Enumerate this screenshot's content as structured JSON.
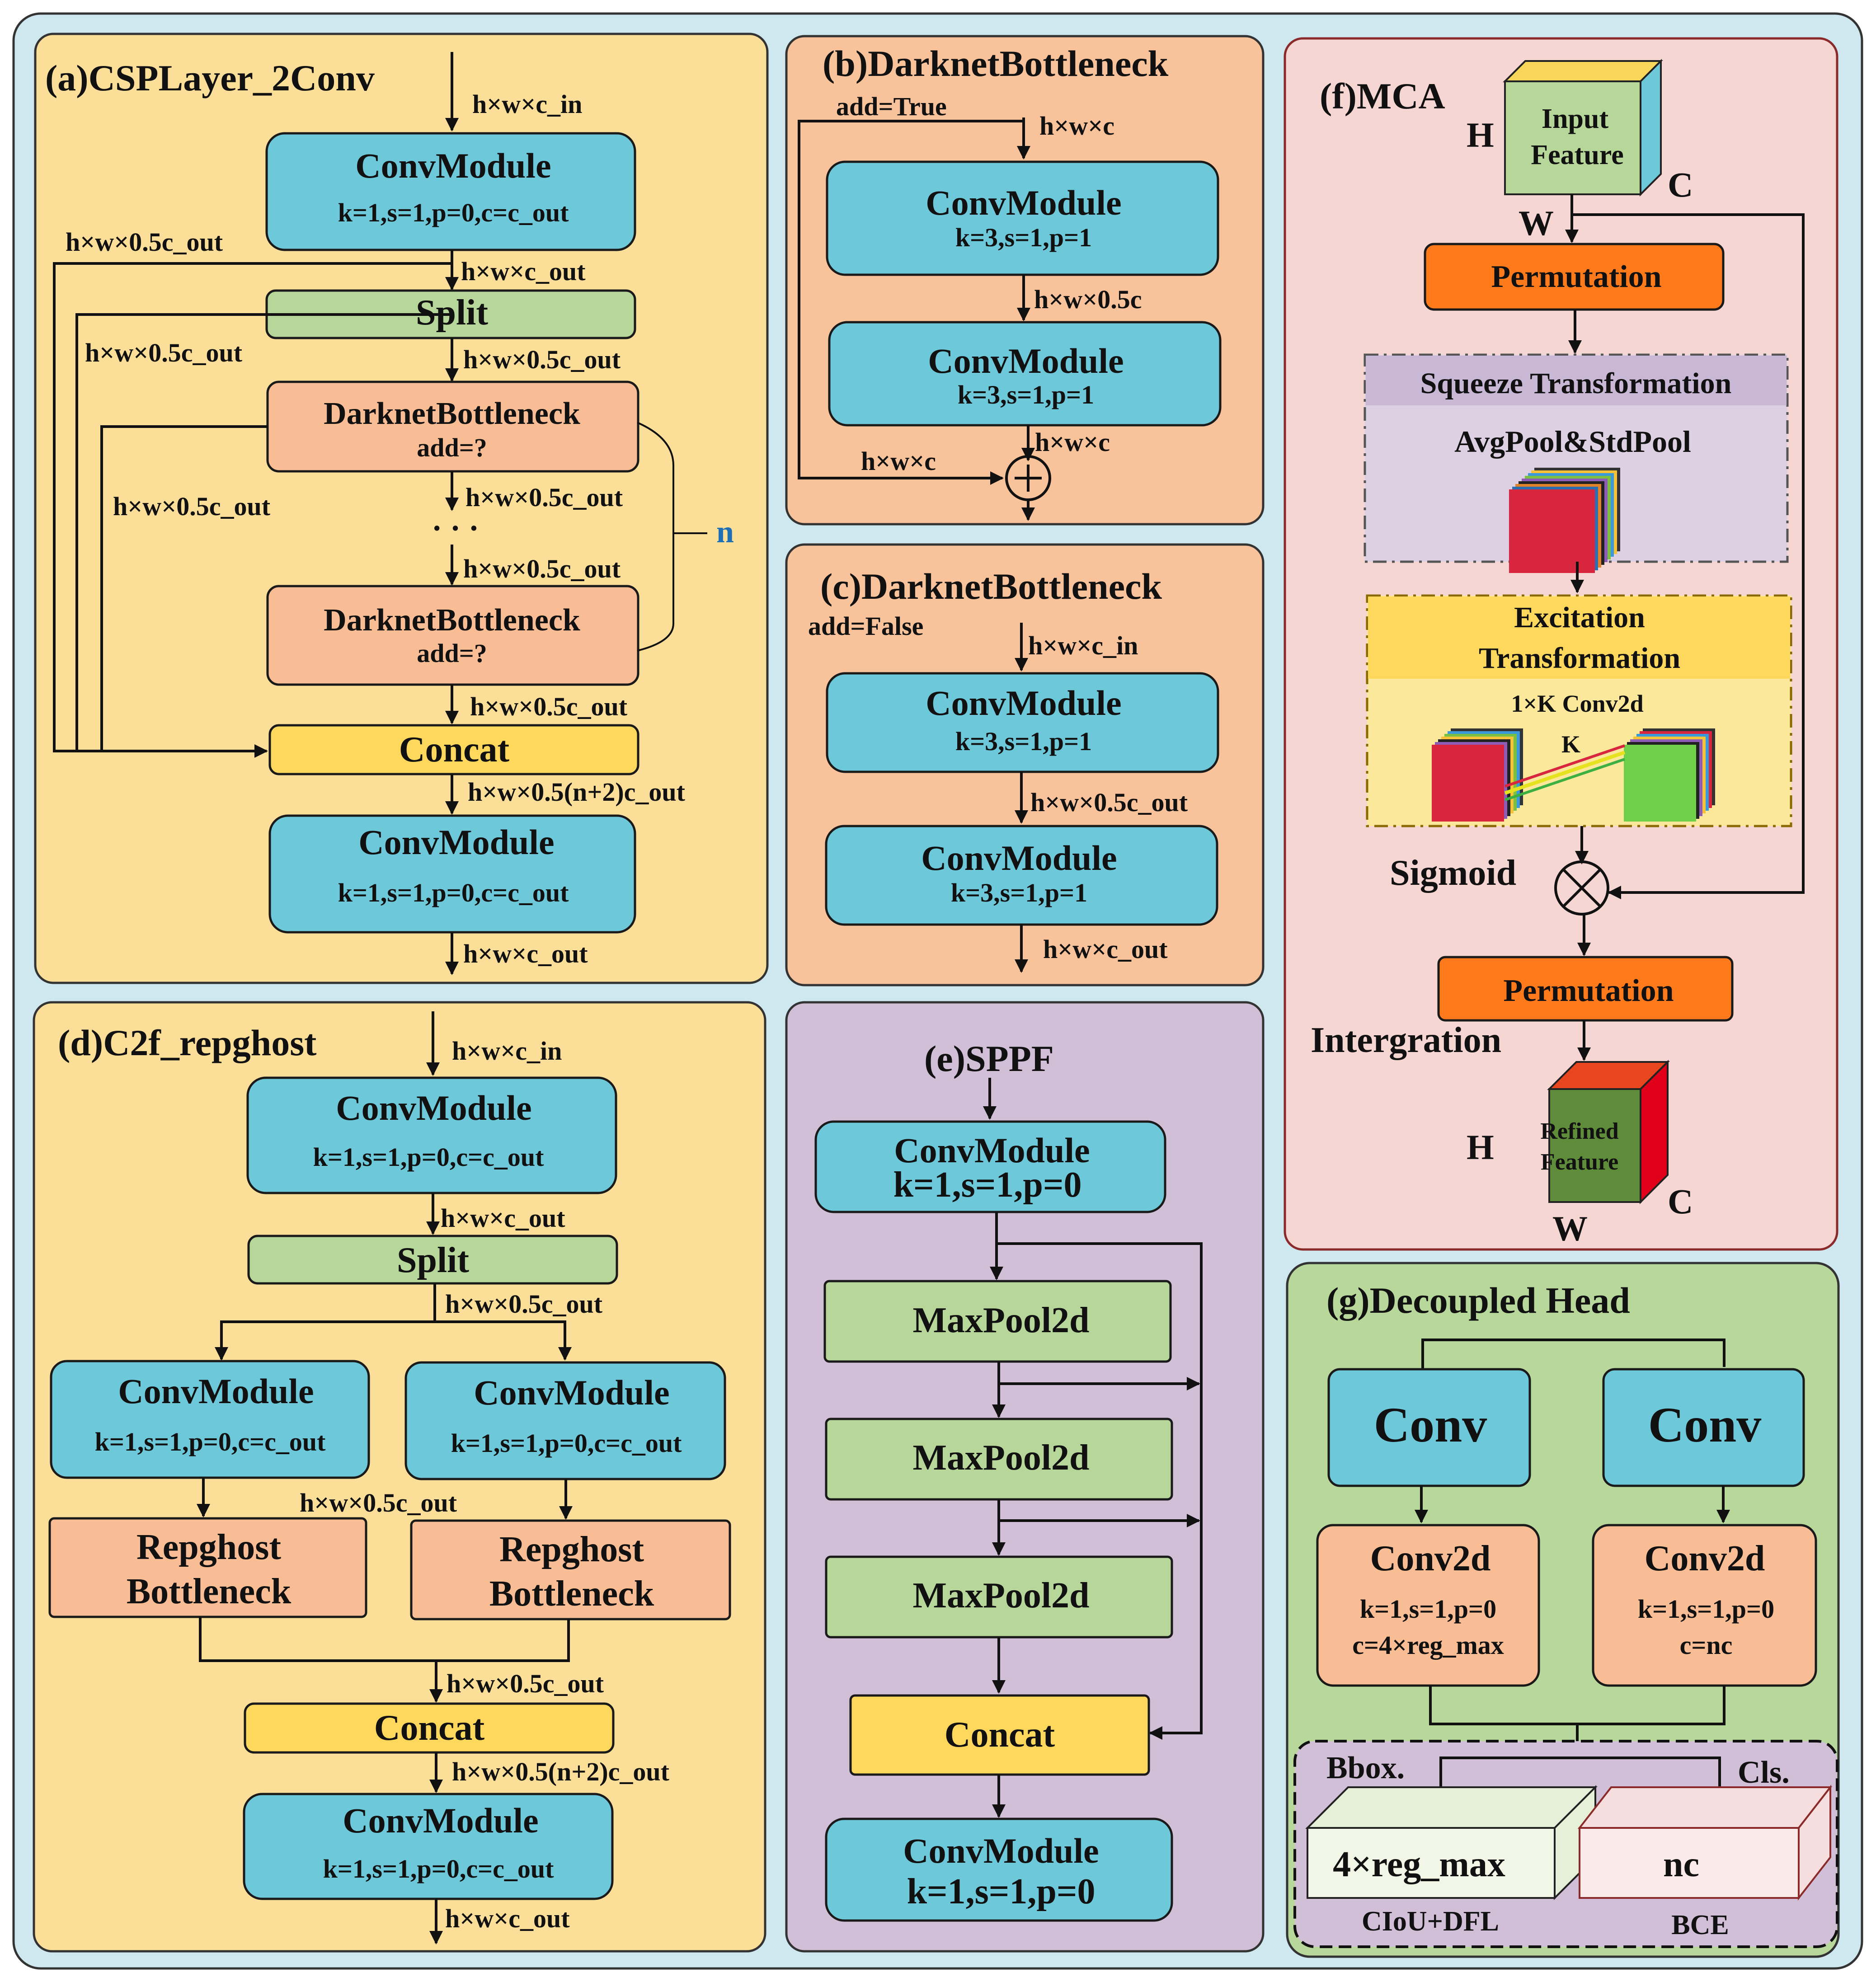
{
  "colors": {
    "outer_bg": "#cfe8f0",
    "panel_yellow": "#fbdf98",
    "panel_orange": "#f8c29b",
    "panel_purple": "#d1bfd8",
    "panel_pink": "#f5d6d3",
    "panel_green": "#b8d79b",
    "conv_blue": "#6dc8da",
    "split_green": "#b6d69a",
    "bottleneck_orange": "#f9bd95",
    "concat_yellow": "#fdd85d",
    "permutation_orange": "#ff7a1a"
  },
  "panel_a": {
    "title": "(a)CSPLayer_2Conv",
    "conv1": {
      "title": "ConvModule",
      "params": "k=1,s=1,p=0,c=c_out"
    },
    "split": "Split",
    "bottleneck": {
      "title": "DarknetBottleneck",
      "params": "add=?"
    },
    "dots": "· · ·",
    "repeat_n": "n",
    "concat": "Concat",
    "conv2": {
      "title": "ConvModule",
      "params": "k=1,s=1,p=0,c=c_out"
    },
    "labels": {
      "in": "h×w×c_in",
      "after_conv": "h×w×c_out",
      "side1": "h×w×0.5c_out",
      "side2": "h×w×0.5c_out",
      "side3": "h×w×0.5c_out",
      "after_split": "h×w×0.5c_out",
      "after_b1": "h×w×0.5c_out",
      "before_b2": "h×w×0.5c_out",
      "after_b2": "h×w×0.5c_out",
      "after_concat": "h×w×0.5(n+2)c_out",
      "out": "h×w×c_out"
    }
  },
  "panel_b": {
    "title": "(b)DarknetBottleneck",
    "add": "add=True",
    "conv1": {
      "title": "ConvModule",
      "params": "k=3,s=1,p=1"
    },
    "conv2": {
      "title": "ConvModule",
      "params": "k=3,s=1,p=1"
    },
    "labels": {
      "in": "h×w×c",
      "mid": "h×w×0.5c",
      "out": "h×w×c",
      "skip": "h×w×c"
    }
  },
  "panel_c": {
    "title": "(c)DarknetBottleneck",
    "add": "add=False",
    "conv1": {
      "title": "ConvModule",
      "params": "k=3,s=1,p=1"
    },
    "conv2": {
      "title": "ConvModule",
      "params": "k=3,s=1,p=1"
    },
    "labels": {
      "in": "h×w×c_in",
      "mid": "h×w×0.5c_out",
      "out": "h×w×c_out"
    }
  },
  "panel_d": {
    "title": "(d)C2f_repghost",
    "conv1": {
      "title": "ConvModule",
      "params": "k=1,s=1,p=0,c=c_out"
    },
    "split": "Split",
    "conv_left": {
      "title": "ConvModule",
      "params": "k=1,s=1,p=0,c=c_out"
    },
    "conv_right": {
      "title": "ConvModule",
      "params": "k=1,s=1,p=0,c=c_out"
    },
    "rep_left": {
      "line1": "Repghost",
      "line2": "Bottleneck"
    },
    "rep_right": {
      "line1": "Repghost",
      "line2": "Bottleneck"
    },
    "concat": "Concat",
    "conv2": {
      "title": "ConvModule",
      "params": "k=1,s=1,p=0,c=c_out"
    },
    "labels": {
      "in": "h×w×c_in",
      "after_conv": "h×w×c_out",
      "after_split": "h×w×0.5c_out",
      "mid": "h×w×0.5c_out",
      "before_concat": "h×w×0.5c_out",
      "after_concat": "h×w×0.5(n+2)c_out",
      "out": "h×w×c_out"
    }
  },
  "panel_e": {
    "title": "(e)SPPF",
    "conv1": {
      "title": "ConvModule",
      "params": "k=1,s=1,p=0"
    },
    "pool1": "MaxPool2d",
    "pool2": "MaxPool2d",
    "pool3": "MaxPool2d",
    "concat": "Concat",
    "conv2": {
      "title": "ConvModule",
      "params": "k=1,s=1,p=0"
    }
  },
  "panel_f": {
    "title": "(f)MCA",
    "input": {
      "line1": "Input",
      "line2": "Feature"
    },
    "input_dims": {
      "h": "H",
      "w": "W",
      "c": "C"
    },
    "permutation1": "Permutation",
    "squeeze": {
      "title": "Squeeze Transformation",
      "sub": "AvgPool&StdPool"
    },
    "excitation": {
      "line1": "Excitation",
      "line2": "Transformation",
      "conv": "1×K Conv2d",
      "k": "K"
    },
    "sigmoid": "Sigmoid",
    "permutation2": "Permutation",
    "integration": "Intergration",
    "output": {
      "line1": "Refined",
      "line2": "Feature"
    },
    "output_dims": {
      "h": "H",
      "w": "W",
      "c": "C"
    }
  },
  "panel_g": {
    "title": "(g)Decoupled Head",
    "conv_left": "Conv",
    "conv_right": "Conv",
    "conv2d_left": {
      "title": "Conv2d",
      "params": "k=1,s=1,p=0",
      "channels": "c=4×reg_max"
    },
    "conv2d_right": {
      "title": "Conv2d",
      "params": "k=1,s=1,p=0",
      "channels": "c=nc"
    },
    "bbox_label": "Bbox.",
    "cls_label": "Cls.",
    "bbox_value": "4×reg_max",
    "cls_value": "nc",
    "bbox_loss": "CIoU+DFL",
    "cls_loss": "BCE"
  }
}
